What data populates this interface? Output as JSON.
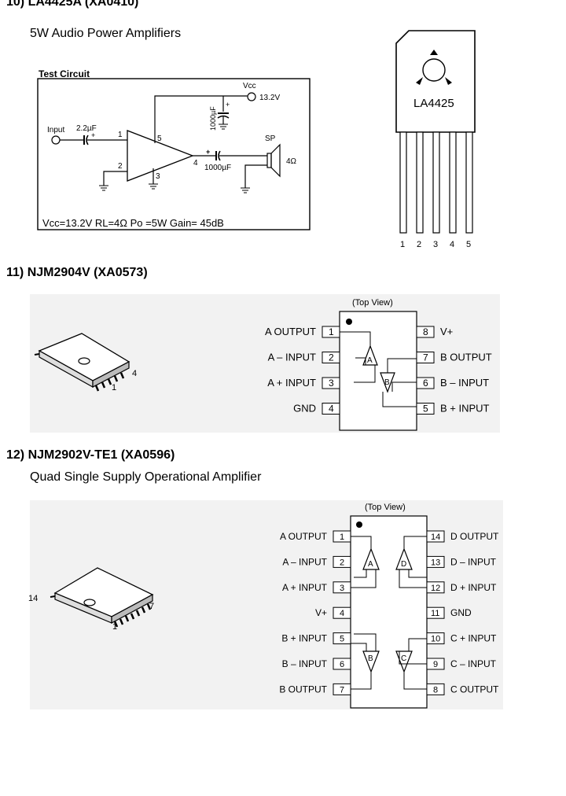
{
  "s10": {
    "heading": "10) LA4425A (XA0410)",
    "subtitle": "5W Audio Power Amplifiers",
    "circuit_title": "Test Circuit",
    "vcc_label": "Vcc",
    "vcc_value": "13.2V",
    "input_label": "Input",
    "input_cap": "2.2µF",
    "bypass_cap": "1000µF",
    "output_cap": "1000µF",
    "speaker_label": "SP",
    "speaker_ohm": "4Ω",
    "pin1": "1",
    "pin2": "2",
    "pin3": "3",
    "pin4": "4",
    "pin5": "5",
    "plus": "+",
    "spec": "Vcc=13.2V  RL=4Ω  Po =5W  Gain= 45dB",
    "package_label": "LA4425",
    "package_pins": [
      "1",
      "2",
      "3",
      "4",
      "5"
    ]
  },
  "s11": {
    "heading": "11) NJM2904V (XA0573)",
    "top_view": "(Top View)",
    "pkg_pin_a": "4",
    "pkg_pin_b": "1",
    "left_pins": [
      {
        "num": "1",
        "label": "A OUTPUT"
      },
      {
        "num": "2",
        "label": "A – INPUT"
      },
      {
        "num": "3",
        "label": "A + INPUT"
      },
      {
        "num": "4",
        "label": "GND"
      }
    ],
    "right_pins": [
      {
        "num": "8",
        "label": "V+"
      },
      {
        "num": "7",
        "label": "B OUTPUT"
      },
      {
        "num": "6",
        "label": "B – INPUT"
      },
      {
        "num": "5",
        "label": "B + INPUT"
      }
    ],
    "amp_a": "A",
    "amp_b": "B"
  },
  "s12": {
    "heading": "12) NJM2902V-TE1 (XA0596)",
    "subtitle": "Quad Single Supply Operational Amplifier",
    "top_view": "(Top View)",
    "pkg_pin_a": "14",
    "pkg_pin_b": "7",
    "pkg_pin_c": "1",
    "left_pins": [
      {
        "num": "1",
        "label": "A OUTPUT"
      },
      {
        "num": "2",
        "label": "A – INPUT"
      },
      {
        "num": "3",
        "label": "A + INPUT"
      },
      {
        "num": "4",
        "label": "V+"
      },
      {
        "num": "5",
        "label": "B + INPUT"
      },
      {
        "num": "6",
        "label": "B – INPUT"
      },
      {
        "num": "7",
        "label": "B OUTPUT"
      }
    ],
    "right_pins": [
      {
        "num": "14",
        "label": "D OUTPUT"
      },
      {
        "num": "13",
        "label": "D – INPUT"
      },
      {
        "num": "12",
        "label": "D + INPUT"
      },
      {
        "num": "11",
        "label": "GND"
      },
      {
        "num": "10",
        "label": "C + INPUT"
      },
      {
        "num": "9",
        "label": "C – INPUT"
      },
      {
        "num": "8",
        "label": "C OUTPUT"
      }
    ],
    "amp_a": "A",
    "amp_b": "B",
    "amp_c": "C",
    "amp_d": "D"
  }
}
